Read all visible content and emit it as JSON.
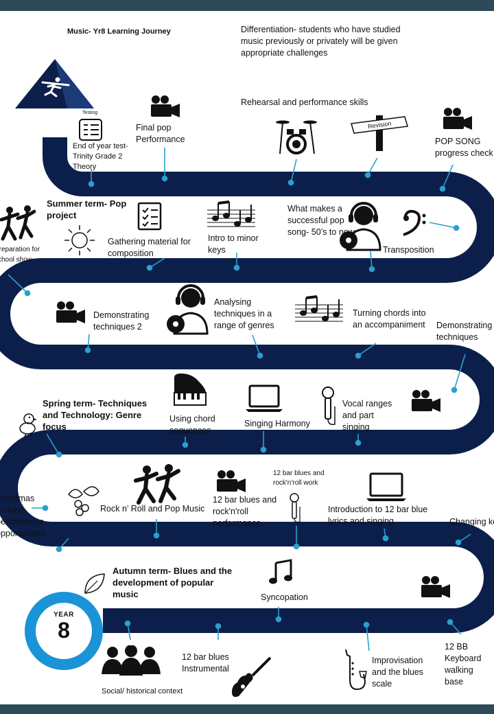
{
  "title": "Music- Yr8 Learning Journey",
  "differentiation": "Differentiation- students who have studied music previously or privately will be given appropriate challenges",
  "badge": {
    "label": "YEAR",
    "number": "8"
  },
  "terms": {
    "summer": "Summer term- Pop project",
    "spring": "Spring term- Techniques and Technology: Genre focus",
    "autumn": "Autumn term- Blues and the development of popular music"
  },
  "row1": {
    "end_test": "End of year test- Trinity Grade 2 Theory",
    "testing_icon_label": "Testing",
    "final_pop": "Final pop Performance",
    "rehearsal": "Rehearsal and performance skills",
    "revision_sign": "Revision",
    "pop_song": "POP SONG progress check"
  },
  "row2": {
    "school_show": "Preparation for school show",
    "gathering": "Gathering material for composition",
    "minor_keys": "Intro to minor keys",
    "successful_pop": "What makes a successful pop song- 50’s to now",
    "transposition": "Transposition"
  },
  "row3": {
    "demo2": "Demonstrating techniques 2",
    "analysing": "Analysing techniques in a range of genres",
    "chords": "Turning chords into an accompaniment",
    "demo": "Demonstrating techniques"
  },
  "row4": {
    "chord_seq": "Using chord sequences",
    "harmony": "Singing Harmony",
    "vocal": "Vocal ranges and part singing"
  },
  "row5": {
    "christmas": "Christmas concert- performance opportunities",
    "rock": "Rock n’ Roll and Pop Music",
    "twelve_bar_perf": "12 bar blues and rock'n'roll performance",
    "twelve_bar_work": "12 bar blues and rock'n'roll work",
    "intro_12": "Introduction to 12 bar blue lyrics and singing",
    "changing_key": "Changing key"
  },
  "row6": {
    "syncopation": "Syncopation",
    "social": "Social/ historical context",
    "instrumental": "12 bar blues Instrumental",
    "improvisation": "Improvisation and the blues scale",
    "keyboard": "12 BB Keyboard walking base"
  },
  "colors": {
    "road": "#0c1f4a",
    "pin": "#2a9fd0",
    "badge": "#1a94d6",
    "frame": "#2c4a58"
  }
}
